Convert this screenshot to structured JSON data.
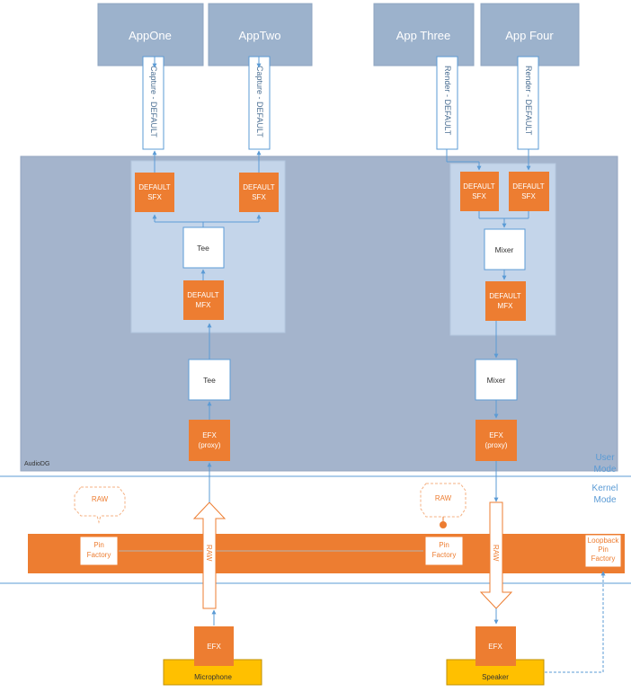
{
  "apps": {
    "app_one": "AppOne",
    "app_two": "AppTwo",
    "app_three": "App Three",
    "app_four": "App Four"
  },
  "streams": {
    "capture_default": "Capture - DEFAULT",
    "render_default": "Render - DEFAULT"
  },
  "blocks": {
    "default": "DEFAULT",
    "sfx": "SFX",
    "mfx": "MFX",
    "tee": "Tee",
    "mixer": "Mixer",
    "efx": "EFX",
    "proxy": "(proxy)",
    "raw": "RAW",
    "pin": "Pin",
    "factory": "Factory",
    "loopback": "Loopback"
  },
  "regions": {
    "audiodg": "AudioDG",
    "user": "User",
    "kernel": "Kernel",
    "mode": "Mode"
  },
  "devices": {
    "microphone": "Microphone",
    "speaker": "Speaker"
  },
  "colors": {
    "app_box": "#9cb2cc",
    "audiodg": "#a4b4cc",
    "inner_panel": "#c4d5ea",
    "orange": "#ed7d31",
    "device_yellow": "#ffc000",
    "line_blue": "#5b9bd5"
  }
}
